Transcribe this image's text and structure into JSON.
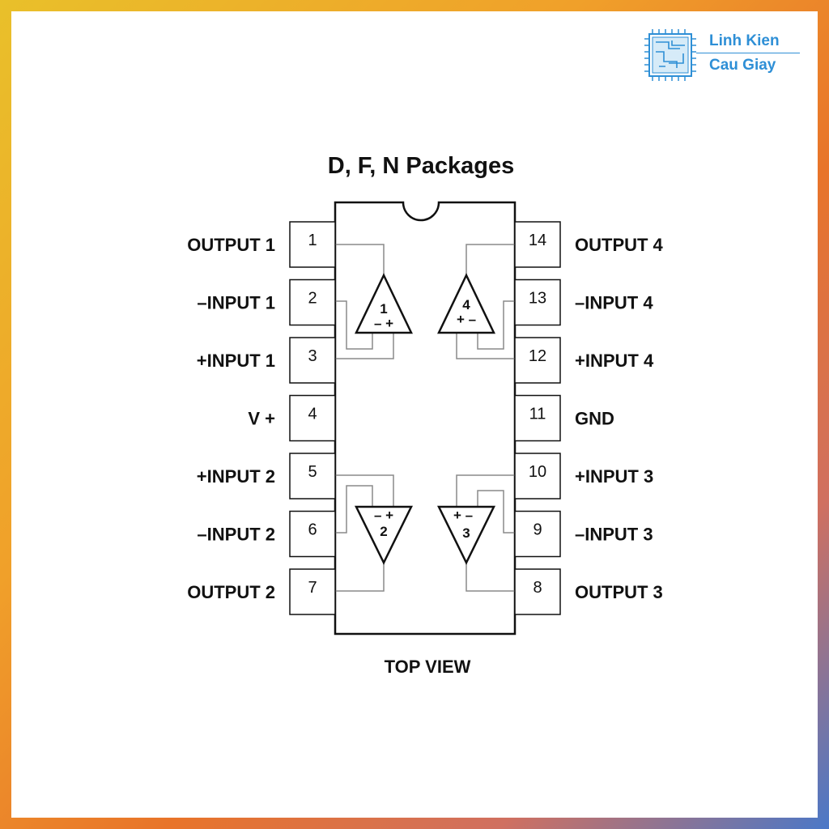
{
  "brand": {
    "line1": "Linh Kien",
    "line2": "Cau Giay",
    "icon": "circuit-chip-icon",
    "color": "#2e8fd6"
  },
  "title": "D, F, N Packages",
  "footer": "TOP VIEW",
  "left_pins": [
    {
      "num": "1",
      "label": "OUTPUT 1"
    },
    {
      "num": "2",
      "label": "–INPUT 1"
    },
    {
      "num": "3",
      "label": "+INPUT 1"
    },
    {
      "num": "4",
      "label": "V +"
    },
    {
      "num": "5",
      "label": "+INPUT 2"
    },
    {
      "num": "6",
      "label": "–INPUT 2"
    },
    {
      "num": "7",
      "label": "OUTPUT 2"
    }
  ],
  "right_pins": [
    {
      "num": "14",
      "label": "OUTPUT 4"
    },
    {
      "num": "13",
      "label": "–INPUT 4"
    },
    {
      "num": "12",
      "label": "+INPUT 4"
    },
    {
      "num": "11",
      "label": "GND"
    },
    {
      "num": "10",
      "label": "+INPUT 3"
    },
    {
      "num": "9",
      "label": "–INPUT 3"
    },
    {
      "num": "8",
      "label": "OUTPUT 3"
    }
  ],
  "amplifiers": [
    {
      "num": "1",
      "signs": "– +"
    },
    {
      "num": "4",
      "signs": "+ –"
    },
    {
      "num": "2",
      "signs": "– +"
    },
    {
      "num": "3",
      "signs": "+ –"
    }
  ]
}
